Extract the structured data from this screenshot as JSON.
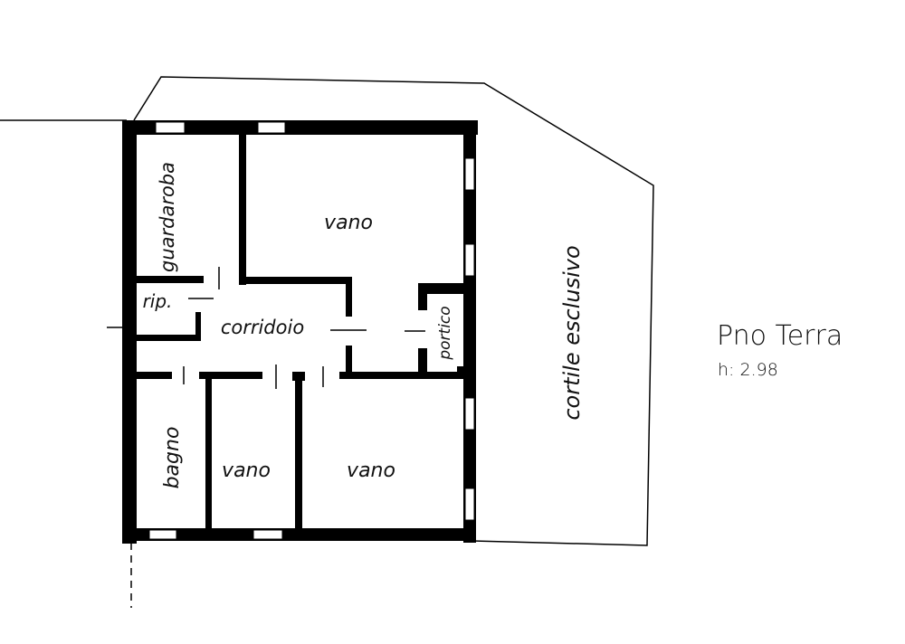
{
  "plan": {
    "title": "Pno Terra",
    "height_label": "h: 2.98",
    "rooms": {
      "vano_top": "vano",
      "guardaroba": "guardaroba",
      "rip": "rip.",
      "corridoio": "corridoio",
      "portico": "portico",
      "bagno": "bagno",
      "vano_small": "vano",
      "vano_bottom": "vano",
      "cortile": "cortile esclusivo"
    }
  }
}
